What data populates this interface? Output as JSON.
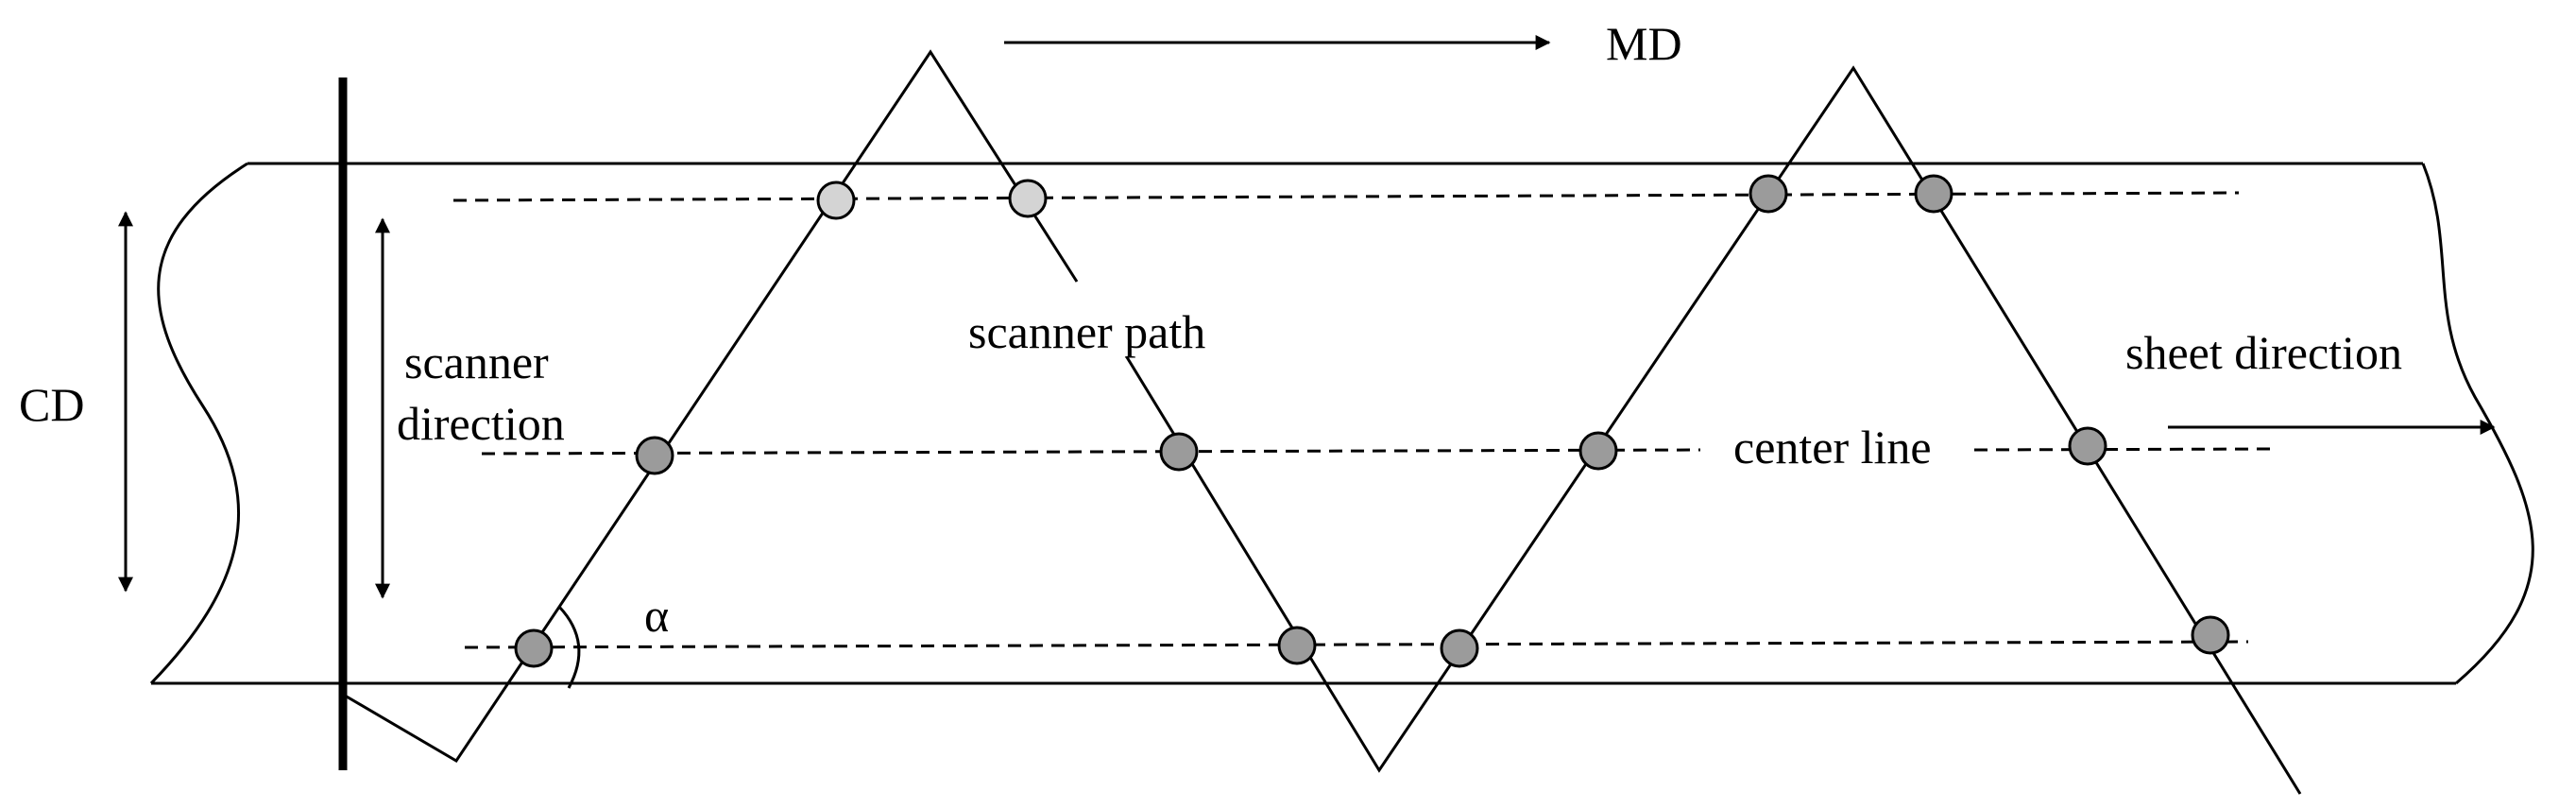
{
  "labels": {
    "md": "MD",
    "cd": "CD",
    "scanner_direction_line1": "scanner",
    "scanner_direction_line2": "direction",
    "scanner_path": "scanner path",
    "sheet_direction": "sheet direction",
    "center_line": "center line",
    "angle": "α"
  },
  "colors": {
    "stroke": "#000000",
    "point_light": "#d4d4d4",
    "point_dark": "#9b9b9b",
    "background": "#ffffff"
  }
}
